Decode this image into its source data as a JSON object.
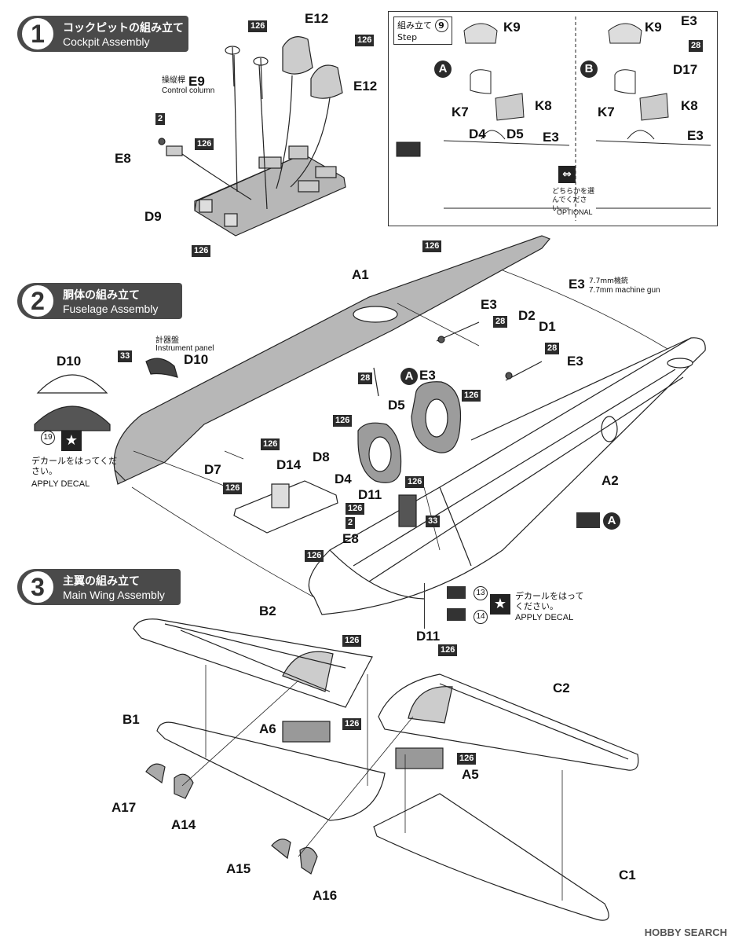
{
  "steps": [
    {
      "num": "1",
      "jp": "コックピットの組み立て",
      "en": "Cockpit Assembly"
    },
    {
      "num": "2",
      "jp": "胴体の組み立て",
      "en": "Fuselage Assembly"
    },
    {
      "num": "3",
      "jp": "主翼の組み立て",
      "en": "Main Wing Assembly"
    }
  ],
  "colors": {
    "accent": "#4a4a4a",
    "part_fill": "#b7b7b7",
    "line": "#222222"
  },
  "step1": {
    "e9_jp": "操縦桿",
    "e9_label": "E9",
    "e9_en": "Control column",
    "e12_a": "E12",
    "e12_b": "E12",
    "e8": "E8",
    "d9": "D9",
    "color126_a": "126",
    "color126_b": "126",
    "color126_c": "126",
    "color126_d": "126",
    "color2": "2"
  },
  "inset": {
    "step_jp": "組み立て",
    "step_num": "9",
    "step_en": "Step",
    "a": "A",
    "b": "B",
    "k9_a": "K9",
    "k7_a": "K7",
    "k8_a": "K8",
    "k9_b": "K9",
    "k7_b": "K7",
    "k8_b": "K8",
    "e3_b": "E3",
    "c28_b": "28",
    "d17": "D17",
    "d4": "D4",
    "d5": "D5",
    "e3_c": "E3",
    "e3_d": "E3",
    "optional_jp": "どちらかを選んでください。",
    "optional_en": "OPTIONAL"
  },
  "step2": {
    "a1": "A1",
    "c126_top": "126",
    "e3_label": "E3",
    "e3_jp": "7.7mm機銃",
    "e3_en": "7.7mm machine gun",
    "e3_1": "E3",
    "e3_2": "E3",
    "d2": "D2",
    "d1": "D1",
    "c28_1": "28",
    "c28_2": "28",
    "c28_3": "28",
    "ae3": "E3",
    "a": "A",
    "panel_jp": "計器盤",
    "panel_en": "Instrument panel",
    "d10": "D10",
    "d10_b": "D10",
    "c33": "33",
    "decal_num": "19",
    "decal_jp": "デカールをはってください。",
    "decal_en": "APPLY DECAL",
    "d5": "D5",
    "d4": "D4",
    "d8": "D8",
    "d14": "D14",
    "d7": "D7",
    "d11": "D11",
    "e8": "E8",
    "c126_d5": "126",
    "c126_d8": "126",
    "c126_d14": "126",
    "c126_d7": "126",
    "c126_d4": "126",
    "c126_d11": "126",
    "c2": "2",
    "c33_d11": "33",
    "a2": "A2",
    "c126_nose": "126"
  },
  "decal2": {
    "d11": "D11",
    "n13": "13",
    "n14": "14",
    "jp": "デカールをはってください。",
    "en": "APPLY  DECAL"
  },
  "step3": {
    "b2": "B2",
    "b1": "B1",
    "a6": "A6",
    "a17": "A17",
    "a14": "A14",
    "a15": "A15",
    "a16": "A16",
    "c2": "C2",
    "c1": "C1",
    "a5": "A5",
    "c126_b2": "126",
    "c126_a6": "126",
    "c126_c2": "126",
    "c126_a5": "126"
  },
  "watermark": "HOBBY SEARCH"
}
